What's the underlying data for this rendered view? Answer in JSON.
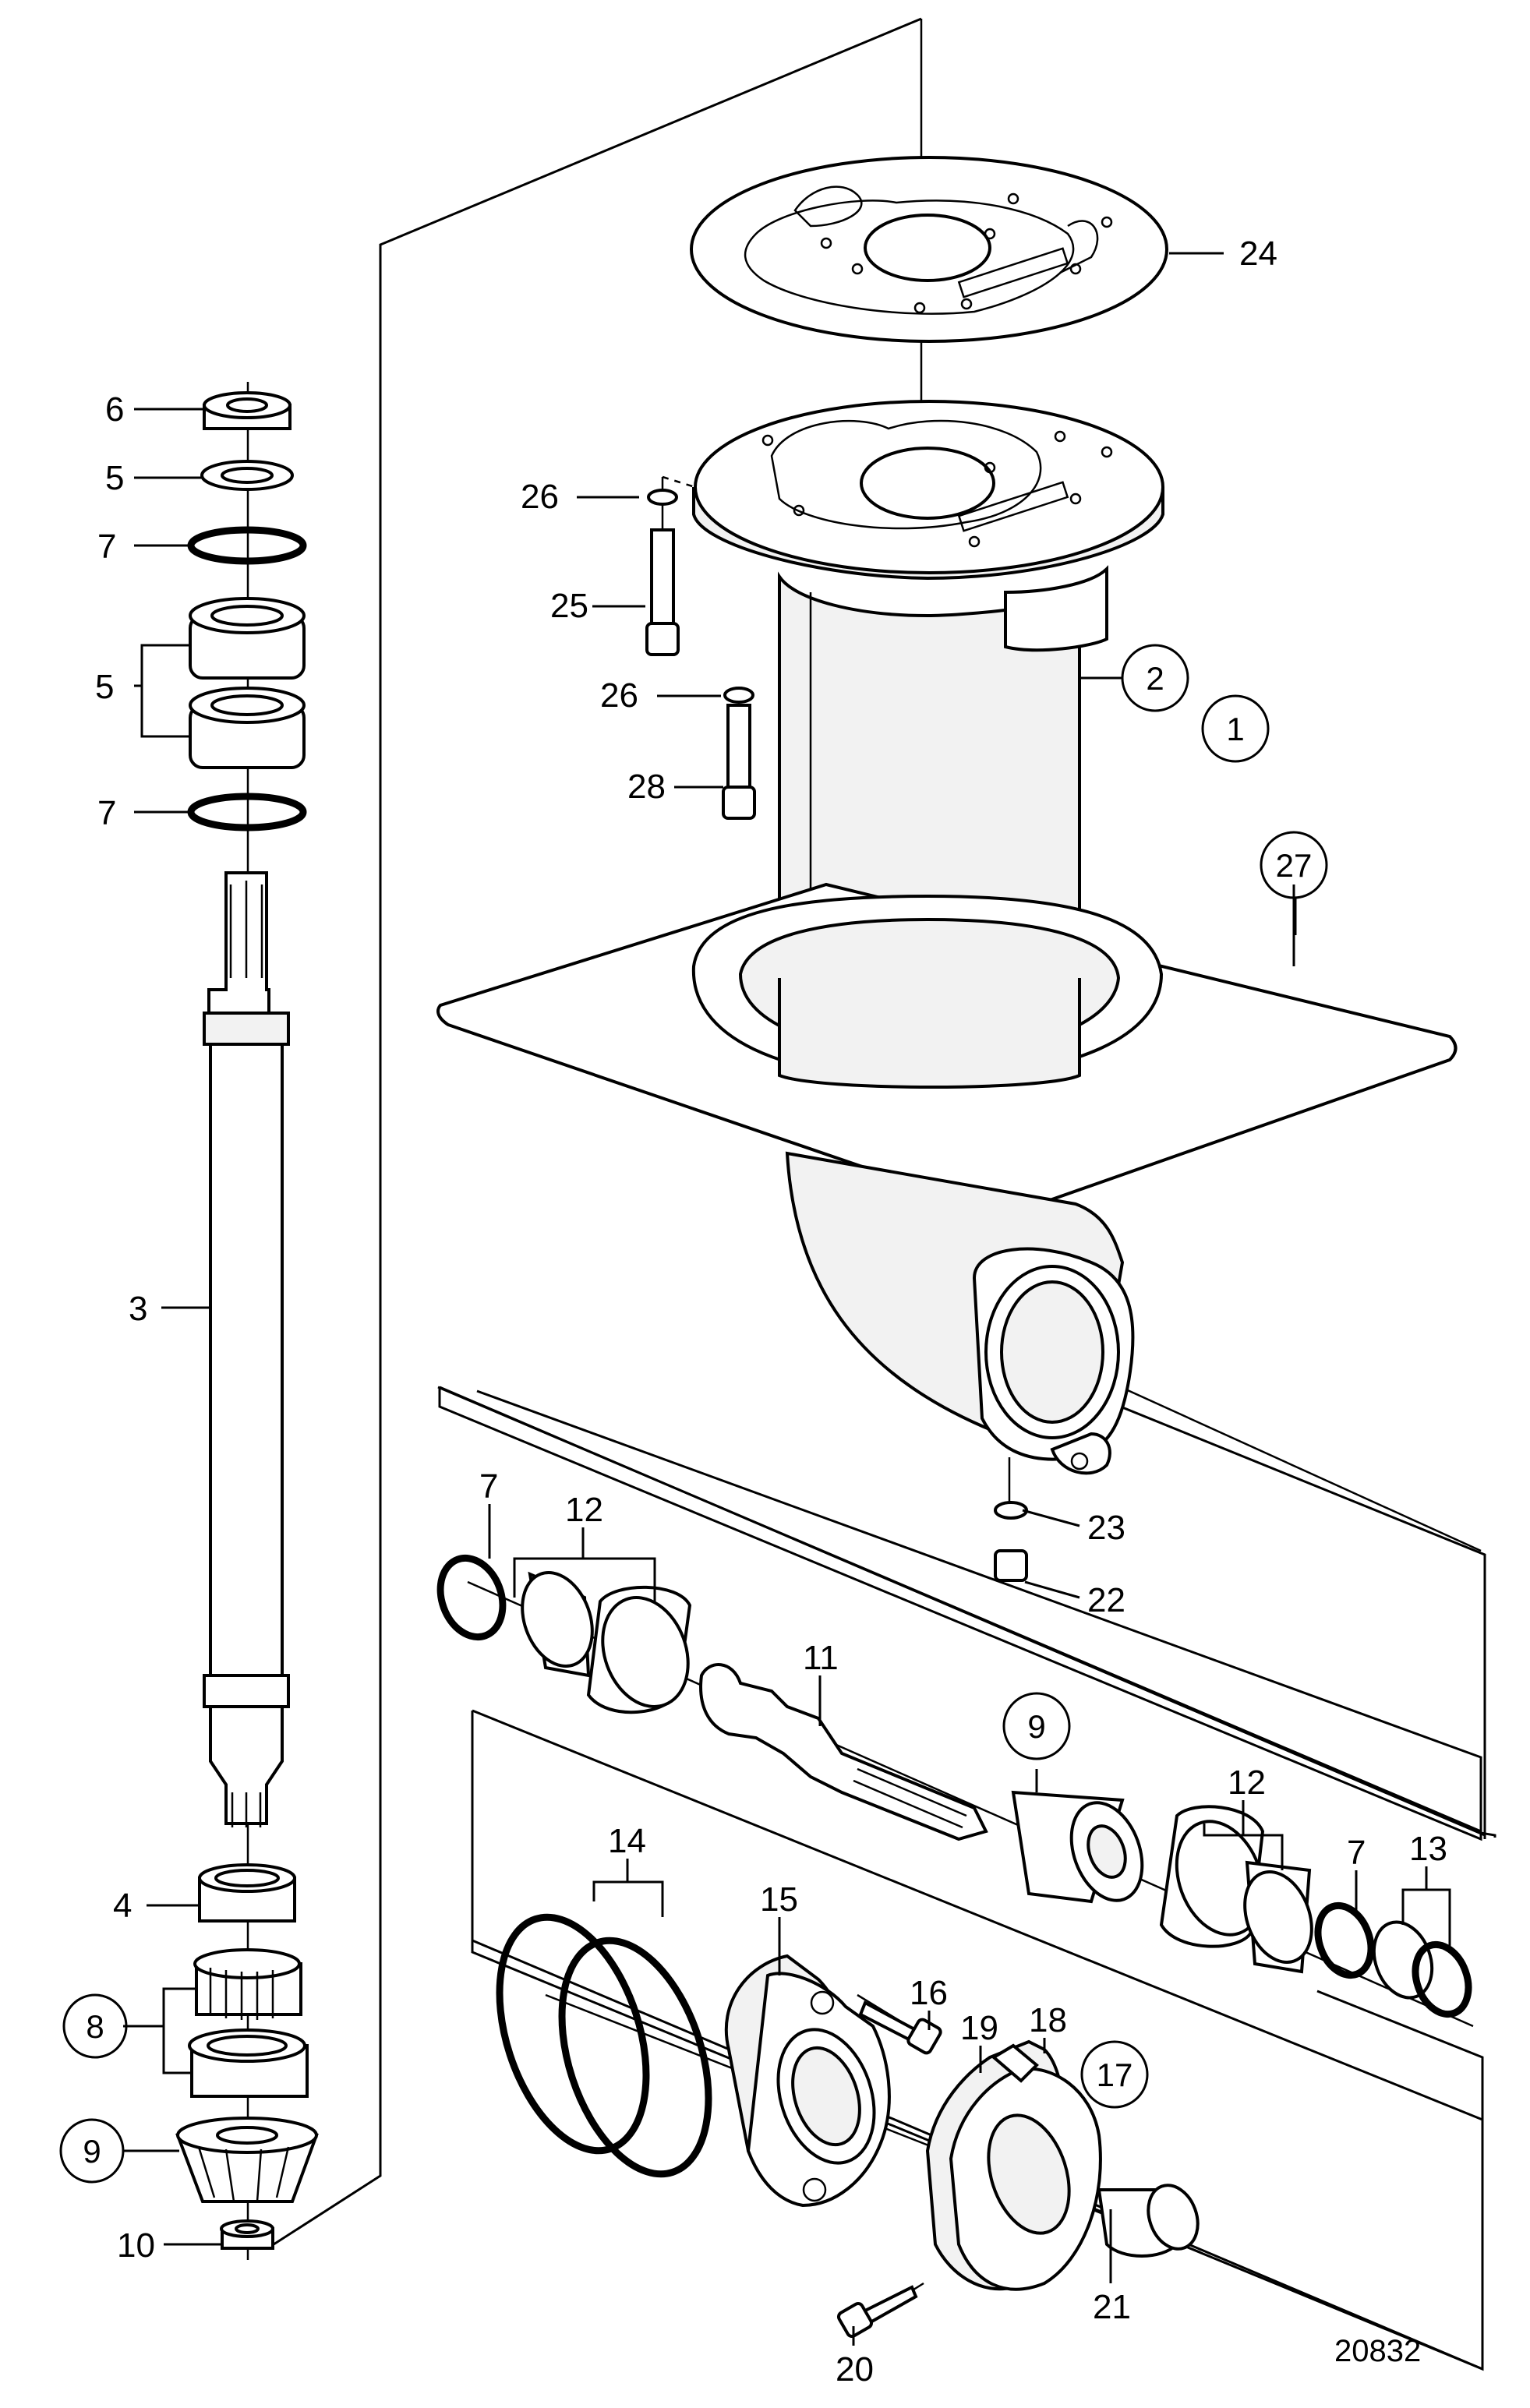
{
  "figure_number": "20832",
  "colors": {
    "ink": "#000000",
    "paper": "#ffffff",
    "shade": "#f2f2f2"
  },
  "labels": [
    {
      "id": "l24",
      "text": "24",
      "circled": false
    },
    {
      "id": "l26a",
      "text": "26",
      "circled": false
    },
    {
      "id": "l25",
      "text": "25",
      "circled": false
    },
    {
      "id": "l26b",
      "text": "26",
      "circled": false
    },
    {
      "id": "l28",
      "text": "28",
      "circled": false
    },
    {
      "id": "l2",
      "text": "2",
      "circled": true
    },
    {
      "id": "l1",
      "text": "1",
      "circled": true
    },
    {
      "id": "l27",
      "text": "27",
      "circled": true
    },
    {
      "id": "l6",
      "text": "6",
      "circled": false
    },
    {
      "id": "l5a",
      "text": "5",
      "circled": false
    },
    {
      "id": "l7a",
      "text": "7",
      "circled": false
    },
    {
      "id": "l5b",
      "text": "5",
      "circled": false
    },
    {
      "id": "l7b",
      "text": "7",
      "circled": false
    },
    {
      "id": "l3",
      "text": "3",
      "circled": false
    },
    {
      "id": "l4",
      "text": "4",
      "circled": false
    },
    {
      "id": "l8",
      "text": "8",
      "circled": true
    },
    {
      "id": "l9a",
      "text": "9",
      "circled": true
    },
    {
      "id": "l10",
      "text": "10",
      "circled": false
    },
    {
      "id": "l7c",
      "text": "7",
      "circled": false
    },
    {
      "id": "l12a",
      "text": "12",
      "circled": false
    },
    {
      "id": "l11",
      "text": "11",
      "circled": false
    },
    {
      "id": "l9b",
      "text": "9",
      "circled": true
    },
    {
      "id": "l23",
      "text": "23",
      "circled": false
    },
    {
      "id": "l22",
      "text": "22",
      "circled": false
    },
    {
      "id": "l12b",
      "text": "12",
      "circled": false
    },
    {
      "id": "l7d",
      "text": "7",
      "circled": false
    },
    {
      "id": "l13",
      "text": "13",
      "circled": false
    },
    {
      "id": "l14",
      "text": "14",
      "circled": false
    },
    {
      "id": "l15",
      "text": "15",
      "circled": false
    },
    {
      "id": "l16",
      "text": "16",
      "circled": false
    },
    {
      "id": "l19",
      "text": "19",
      "circled": false
    },
    {
      "id": "l18",
      "text": "18",
      "circled": false
    },
    {
      "id": "l17",
      "text": "17",
      "circled": true
    },
    {
      "id": "l21",
      "text": "21",
      "circled": false
    },
    {
      "id": "l20",
      "text": "20",
      "circled": false
    }
  ]
}
